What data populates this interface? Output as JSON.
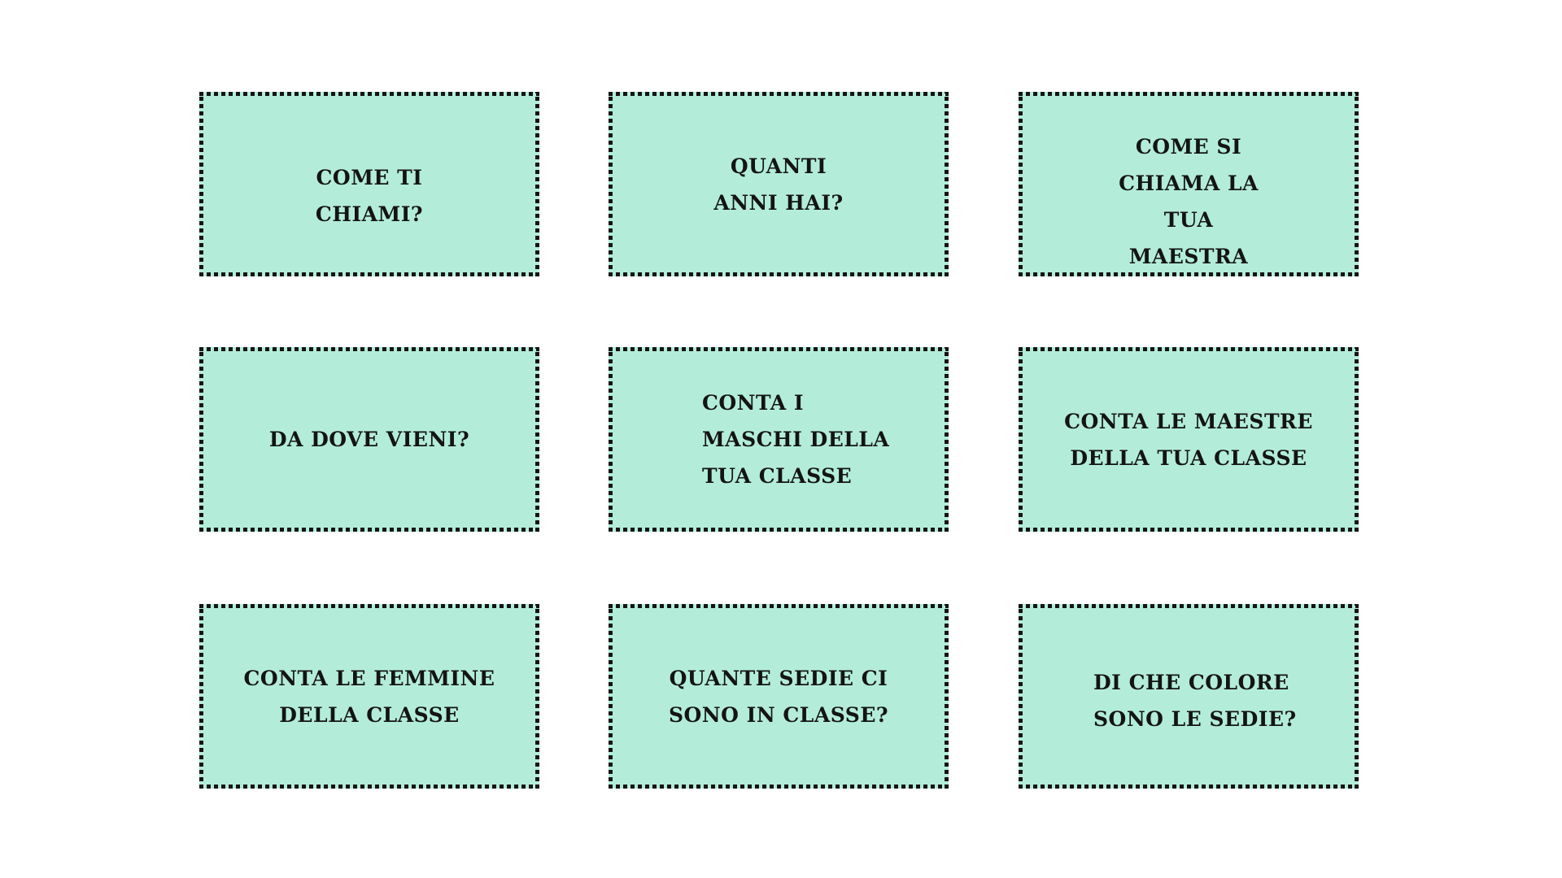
{
  "theme": {
    "page_background": "#ffffff",
    "card_fill": "#b3edda",
    "card_border_color": "#141414",
    "card_text_color": "#141414"
  },
  "cards": [
    {
      "position": "row1-col1",
      "text": "COME TI\nCHIAMI?"
    },
    {
      "position": "row1-col2",
      "text": "QUANTI\nANNI HAI?"
    },
    {
      "position": "row1-col3",
      "text": "COME SI\nCHIAMA LA\nTUA\nMAESTRA"
    },
    {
      "position": "row2-col1",
      "text": "DA DOVE VIENI?"
    },
    {
      "position": "row2-col2",
      "text": "CONTA I\nMASCHI DELLA\nTUA CLASSE"
    },
    {
      "position": "row2-col3",
      "text": "CONTA LE MAESTRE\nDELLA TUA CLASSE"
    },
    {
      "position": "row3-col1",
      "text": "CONTA LE FEMMINE\nDELLA CLASSE"
    },
    {
      "position": "row3-col2",
      "text": "QUANTE SEDIE CI\nSONO IN CLASSE?"
    },
    {
      "position": "row3-col3",
      "text": "DI CHE COLORE\nSONO LE SEDIE?"
    }
  ]
}
